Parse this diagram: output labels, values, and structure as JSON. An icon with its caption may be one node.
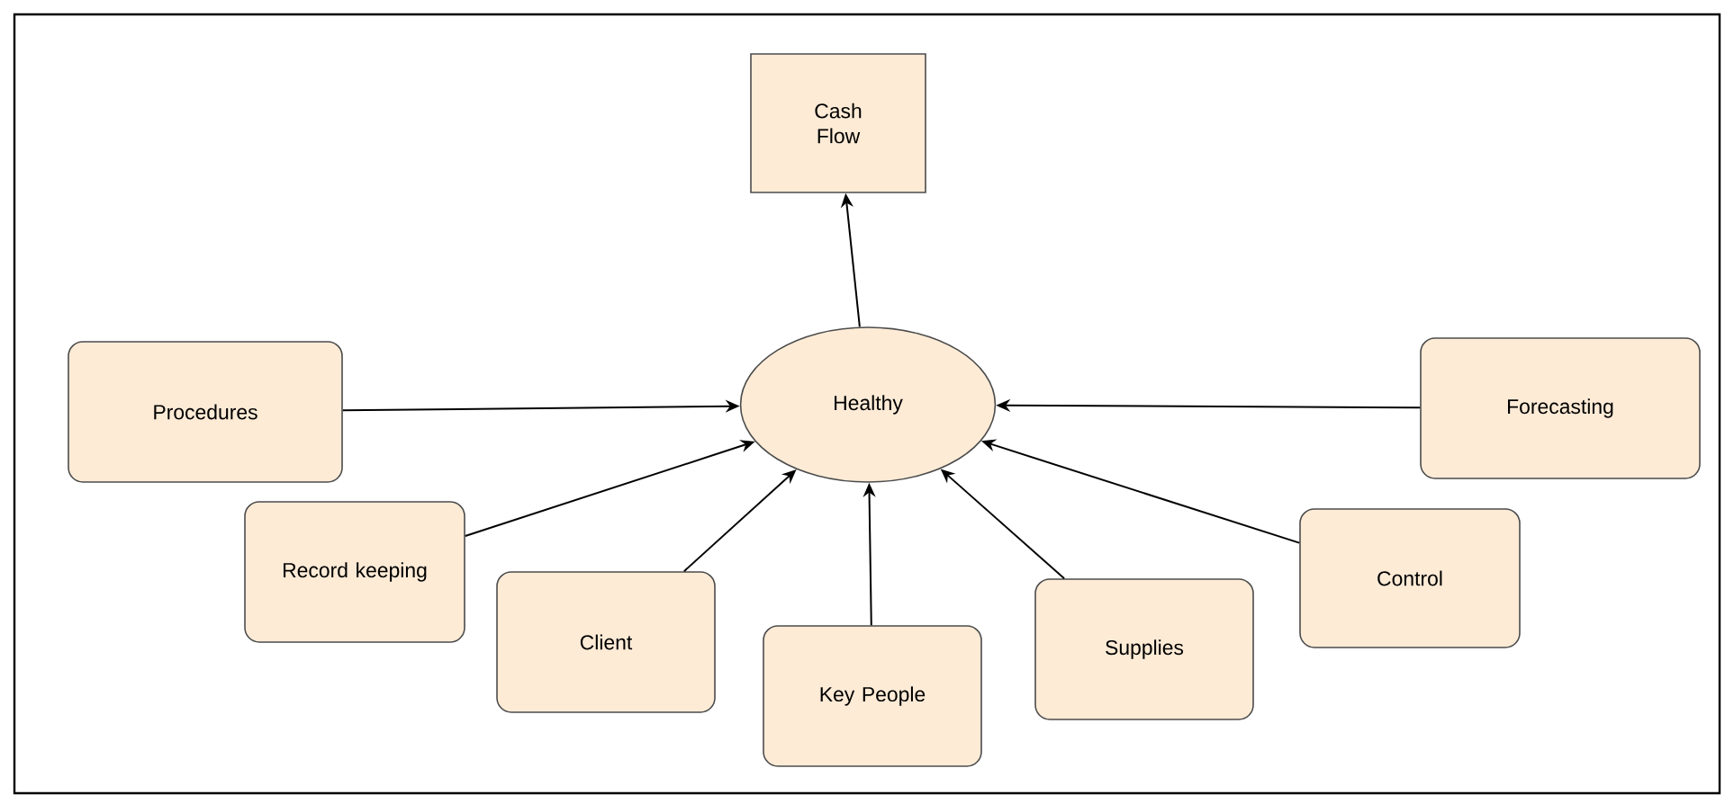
{
  "diagram": {
    "nodes": [
      {
        "text": [
          "Cash Flow"
        ]
      },
      {
        "text": [
          "Procedures"
        ]
      },
      {
        "text": [
          "Healthy"
        ]
      },
      {
        "text": [
          "Forecasting"
        ]
      },
      {
        "text": [
          "Record keeping"
        ]
      },
      {
        "text": [
          "Client"
        ]
      },
      {
        "text": [
          "Key People"
        ]
      },
      {
        "text": [
          "Supplies"
        ]
      },
      {
        "text": [
          "Control"
        ]
      }
    ],
    "edges": [
      {
        "from": 2,
        "to": 0,
        "arrow": "to"
      },
      {
        "from": 1,
        "to": 2,
        "arrow": "to"
      },
      {
        "from": 3,
        "to": 2,
        "arrow": "to"
      },
      {
        "from": 4,
        "to": 2,
        "arrow": "to"
      },
      {
        "from": 5,
        "to": 2,
        "arrow": "to"
      },
      {
        "from": 6,
        "to": 2,
        "arrow": "to"
      },
      {
        "from": 7,
        "to": 2,
        "arrow": "to"
      },
      {
        "from": 8,
        "to": 2,
        "arrow": "to"
      }
    ]
  }
}
